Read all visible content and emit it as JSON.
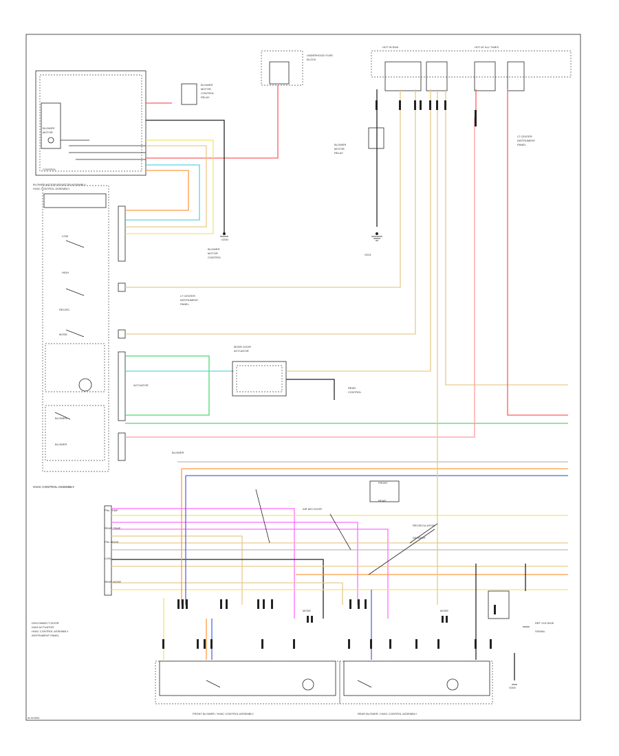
{
  "diagram": {
    "border": true,
    "footer_code": "W 3/1503",
    "wire_colors": {
      "red": "#ff5a5a",
      "pink": "#ff9aa0",
      "orange": "#ff9a40",
      "tan": "#e8c98a",
      "yellow": "#f2e36b",
      "green": "#4cd870",
      "cyan": "#55d6e6",
      "blue": "#4a66e6",
      "magenta": "#ff6bff",
      "gray": "#9a9a9a",
      "black": "#222222"
    },
    "main_module": {
      "title": "HVAC CONTROL ASSEMBLY",
      "note": "BLOWER MOTOR RESISTOR ASSEMBLY"
    },
    "bottom_labels": {
      "front": "FRONT BLOWER / HVAC CONTROL ASSEMBLY",
      "rear": "REAR BLOWER / HVAC CONTROL ASSEMBLY",
      "left_note": "DISCONNECT DOOR / DIAG ACTUATOR / HVAC CONTROL ASSEMBLY / INSTRUMENT PANEL"
    },
    "ground_labels": [
      "G200",
      "G201",
      "G300"
    ]
  }
}
